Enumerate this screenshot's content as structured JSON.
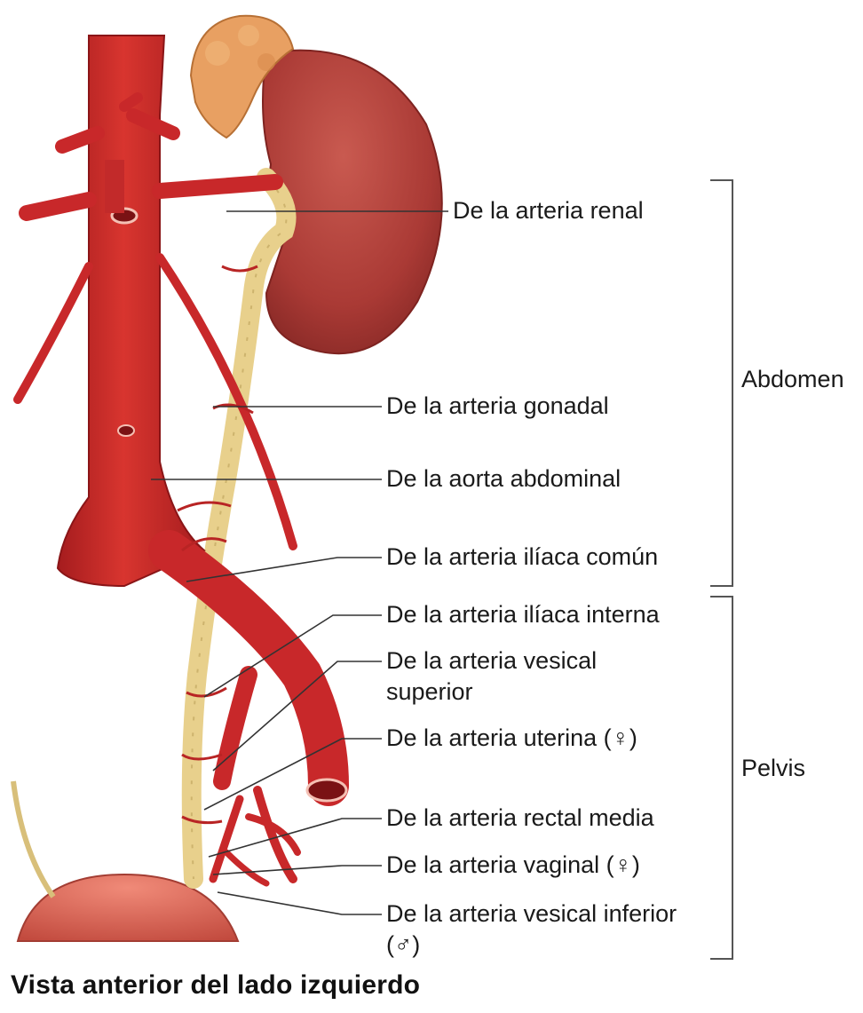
{
  "labels": {
    "renal": "De la arteria renal",
    "gonadal": "De la arteria gonadal",
    "aorta": "De la aorta abdominal",
    "iliaca_comun": "De la arteria ilíaca común",
    "iliaca_interna": "De la arteria ilíaca interna",
    "vesical_superior_1": "De la arteria vesical",
    "vesical_superior_2": "superior",
    "uterina": "De la arteria uterina (♀)",
    "rectal_media": "De la arteria rectal media",
    "vaginal": "De la arteria vaginal (♀)",
    "vesical_inferior_1": "De la arteria vesical inferior",
    "vesical_inferior_2": "(♂)"
  },
  "regions": {
    "abdomen": "Abdomen",
    "pelvis": "Pelvis"
  },
  "caption": "Vista anterior del lado izquierdo",
  "colors": {
    "artery": "#c8282a",
    "artery_dark": "#9e1a1c",
    "kidney": "#b3403a",
    "adrenal": "#e8a062",
    "ureter": "#e8d08c",
    "bladder": "#d9604f",
    "leader": "#333333"
  }
}
